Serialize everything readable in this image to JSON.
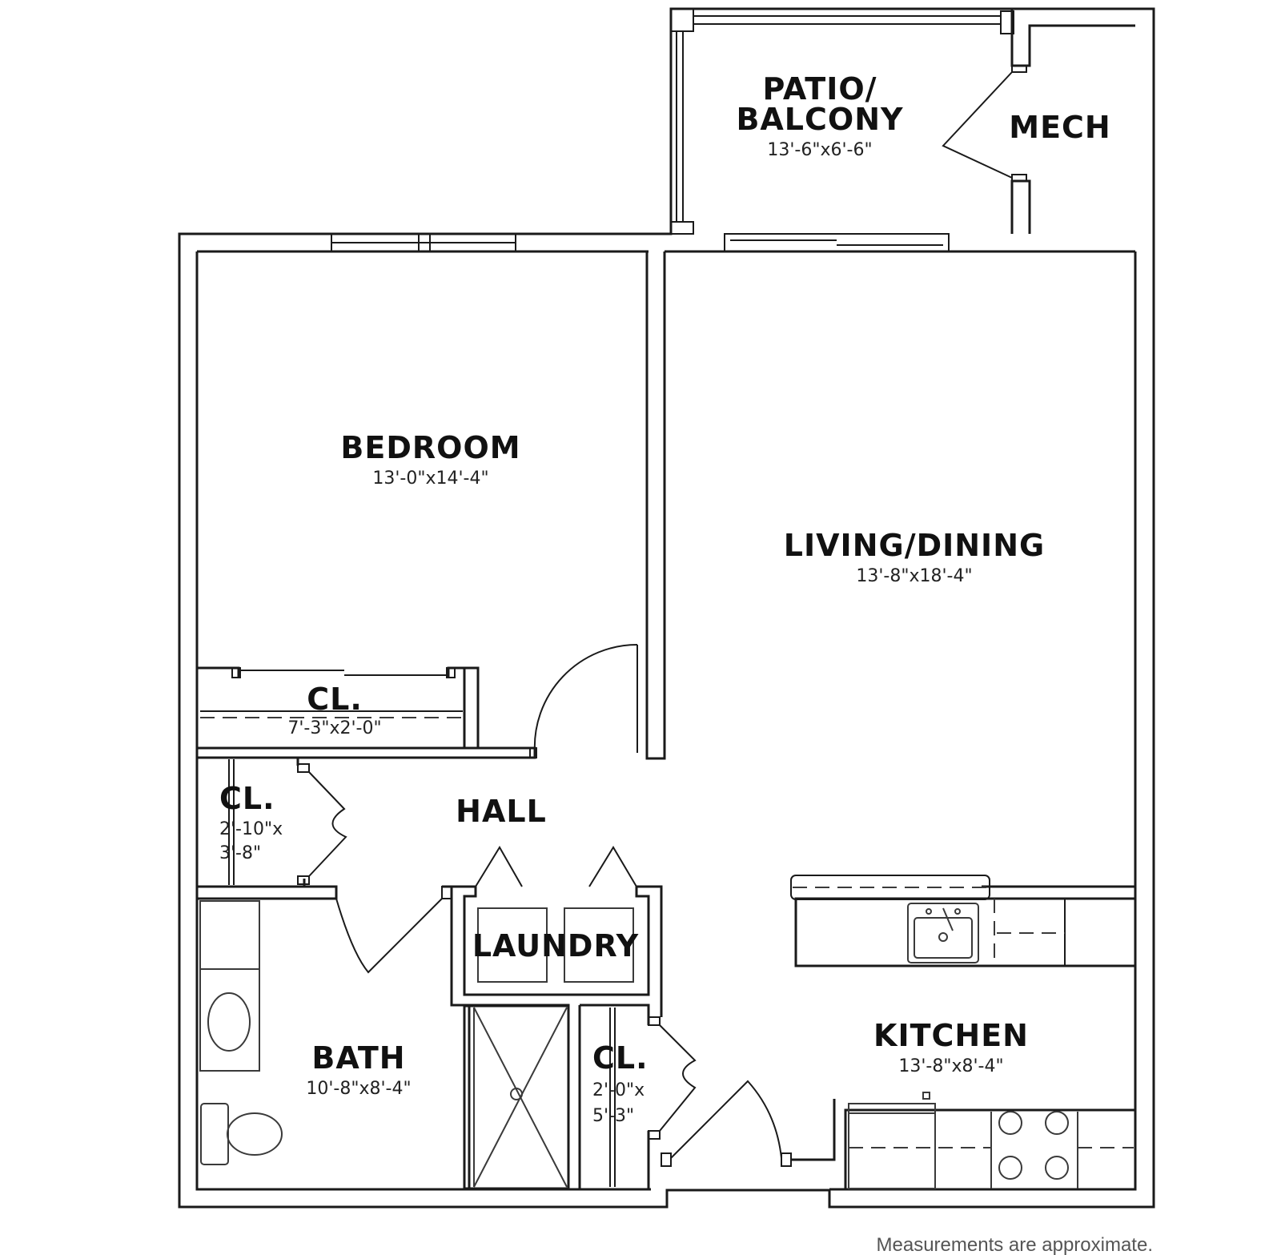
{
  "rooms": {
    "patio": {
      "name_line1": "PATIO/",
      "name_line2": "BALCONY",
      "dims": "13'-6\"x6'-6\""
    },
    "mech": {
      "name": "MECH"
    },
    "bedroom": {
      "name": "BEDROOM",
      "dims": "13'-0\"x14'-4\""
    },
    "living": {
      "name": "LIVING/DINING",
      "dims": "13'-8\"x18'-4\""
    },
    "bed_closet": {
      "name": "CL.",
      "dims": "7'-3\"x2'-0\""
    },
    "hall_closet": {
      "name": "CL.",
      "dims_line1": "2'-10\"x",
      "dims_line2": "3'-8\""
    },
    "hall": {
      "name": "HALL"
    },
    "laundry": {
      "name": "LAUNDRY"
    },
    "bath": {
      "name": "BATH",
      "dims": "10'-8\"x8'-4\""
    },
    "bath_closet": {
      "name": "CL.",
      "dims_line1": "2'-0\"x",
      "dims_line2": "5'-3\""
    },
    "kitchen": {
      "name": "KITCHEN",
      "dims": "13'-8\"x8'-4\""
    }
  },
  "footnote": "Measurements are approximate."
}
